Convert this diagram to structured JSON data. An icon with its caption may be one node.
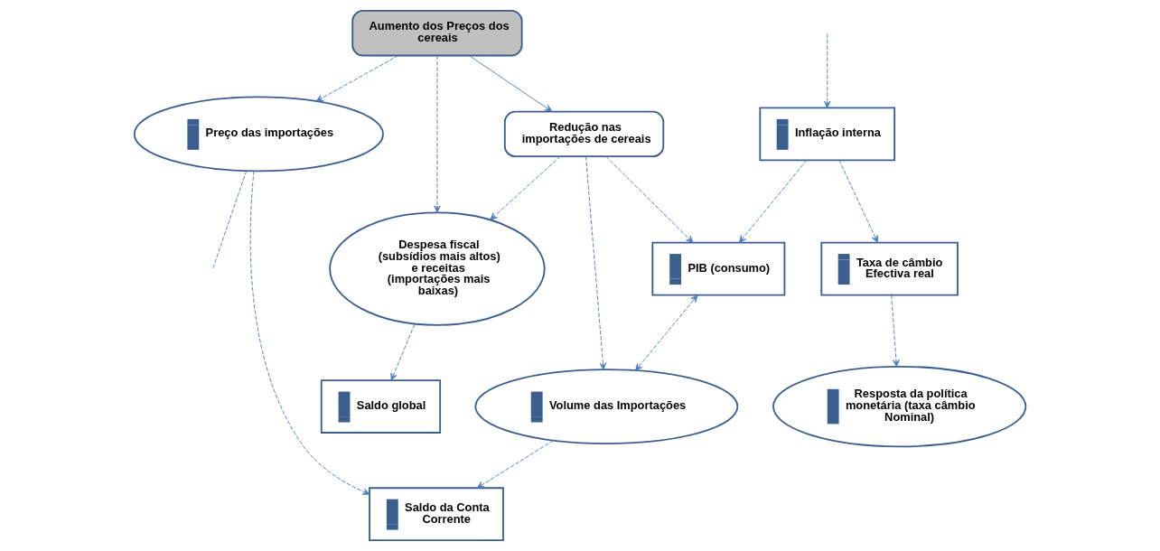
{
  "diagram": {
    "nodes": [
      {
        "text": [
          "Aumento dos Preços dos cereais"
        ]
      },
      {
        "text": [
          "Saldo global"
        ]
      },
      {
        "text": [
          "Despesa fiscal (subsídios mais altos) e receitas (importações mais baixas)"
        ]
      },
      {
        "text": [
          "Preço das importações"
        ]
      },
      {
        "text": [
          "Saldo da Conta Corrente"
        ]
      },
      {
        "text": [
          "Redução nas importações de cereais"
        ]
      },
      {
        "text": [
          "Volume das Importações"
        ]
      },
      {
        "text": [
          "Resposta da política monetária (taxa câmbio Nominal)"
        ]
      },
      {
        "text": [
          "Taxa de câmbio Efectiva real"
        ]
      },
      {
        "text": [
          "PIB (consumo)"
        ]
      },
      {
        "text": [
          "Inflação interna"
        ]
      }
    ],
    "edges": [
      {
        "from": 0,
        "to": 2,
        "arrow": "to",
        "style": "dashed"
      },
      {
        "from": 0,
        "to": 3,
        "arrow": "to",
        "style": "dashed"
      },
      {
        "from": 0,
        "to": 5,
        "arrow": "to"
      },
      {
        "from": 5,
        "to": 2,
        "arrow": "to",
        "style": "dashed"
      },
      {
        "from": 2,
        "to": 1,
        "arrow": "to",
        "style": "dashed"
      },
      {
        "from": 3,
        "to": 4,
        "arrow": "to",
        "style": "dashed"
      },
      {
        "from": 6,
        "to": 4,
        "arrow": "to",
        "style": "dashed"
      },
      {
        "from": 5,
        "to": 6,
        "arrow": "to",
        "style": "dashed"
      },
      {
        "from": 5,
        "to": 9,
        "arrow": "to",
        "style": "dashed"
      },
      {
        "from": 9,
        "to": 6,
        "arrow": "both",
        "style": "dashed"
      },
      {
        "from": 10,
        "to": 9,
        "arrow": "to",
        "style": "dashed"
      },
      {
        "from": 10,
        "to": 8,
        "arrow": "to",
        "style": "dashed"
      },
      {
        "from": 8,
        "to": 7,
        "arrow": "to",
        "style": "dashed"
      },
      {
        "from": null,
        "to": 10,
        "arrow": "to",
        "style": "dashed"
      },
      {
        "from": 3,
        "to": null,
        "arrow": "none",
        "style": "dashed"
      }
    ]
  }
}
